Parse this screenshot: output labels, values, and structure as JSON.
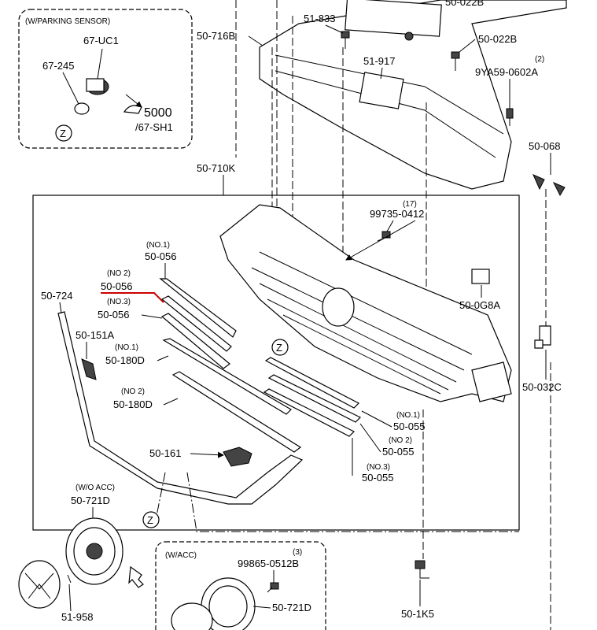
{
  "parking_inset": {
    "title": "(W/PARKING SENSOR)"
  },
  "callouts": {
    "z": "Z"
  },
  "tags": {
    "no1": "(NO.1)",
    "no2": "(NO 2)",
    "no3": "(NO.3)"
  },
  "quantities": {
    "q2": "(2)",
    "q17": "(17)",
    "q3": "(3)"
  },
  "labels": {
    "wo_acc": "(W/O ACC)",
    "w_acc": "(W/ACC)"
  },
  "parts": {
    "p67_uc1": "67-UC1",
    "p67_245": "67-245",
    "p5000": "5000",
    "p67_sh1": "/67-SH1",
    "p50_022b": "50-022B",
    "p51_833": "51-833",
    "p50_716b": "50-716B",
    "p51_917": "51-917",
    "p9ya59_0602a": "9YA59-0602A",
    "p50_068": "50-068",
    "p50_710k": "50-710K",
    "p99735_0412": "99735-0412",
    "p50_0g8a": "50-0G8A",
    "p50_032c": "50-032C",
    "p50_056": "50-056",
    "p50_724": "50-724",
    "p50_151a": "50-151A",
    "p50_180d": "50-180D",
    "p50_055": "50-055",
    "p50_161": "50-161",
    "p50_721d": "50-721D",
    "p51_958": "51-958",
    "p99865_0512b": "99865-0512B",
    "p50_1k5": "50-1K5"
  }
}
